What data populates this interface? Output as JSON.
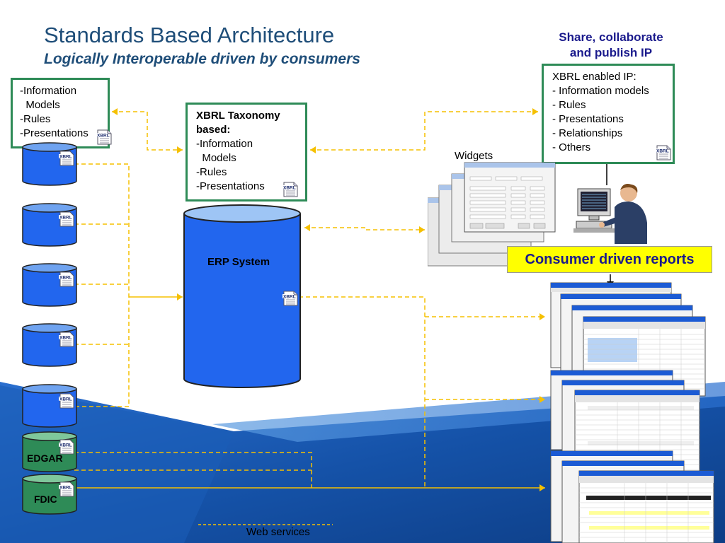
{
  "slide": {
    "title": "Standards Based Architecture",
    "subtitle": "Logically Interoperable driven by consumers"
  },
  "share": {
    "heading_line1": "Share, collaborate",
    "heading_line2": "and publish IP"
  },
  "left_box": {
    "lines": [
      "-Information",
      "  Models",
      "-Rules",
      "-Presentations"
    ]
  },
  "taxonomy_box": {
    "lines_bold": [
      "XBRL Taxonomy",
      "based:"
    ],
    "lines": [
      "-Information",
      "  Models",
      "-Rules",
      "-Presentations"
    ]
  },
  "ip_box": {
    "lines": [
      "XBRL enabled IP:",
      "- Information models",
      "- Rules",
      "- Presentations",
      "- Relationships",
      "- Others"
    ]
  },
  "erp": {
    "label": "ERP System"
  },
  "databases": {
    "xbrl_tag": "XBRL",
    "edgar_label": "EDGAR",
    "fdic_label": "FDIC"
  },
  "widgets": {
    "label": "Widgets"
  },
  "reports": {
    "label": "Consumer driven reports"
  },
  "web_services": {
    "label": "Web services"
  },
  "colors": {
    "title_blue": "#1f4e79",
    "box_green": "#2e8b57",
    "cylinder_blue": "#2266ee",
    "connector_yellow": "#f5c000",
    "banner_yellow": "#ffff00"
  }
}
